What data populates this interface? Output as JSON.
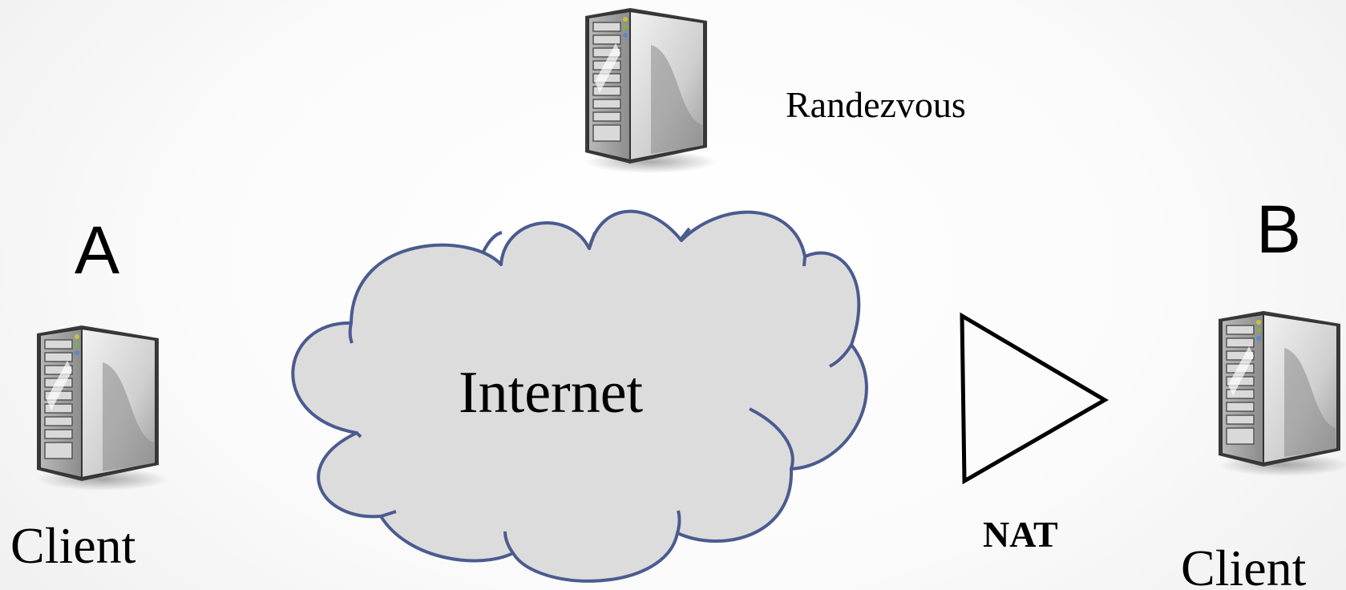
{
  "diagram": {
    "cloud_label": "Internet",
    "rendezvous_label": "Randezvous",
    "client_a": {
      "letter": "A",
      "label": "Client"
    },
    "client_b": {
      "letter": "B",
      "label": "Client"
    },
    "nat_label": "NAT"
  },
  "colors": {
    "cloud_fill": "#dcdcdc",
    "cloud_stroke": "#4b5b8f",
    "nat_stroke": "#000000",
    "server_body": "#9a9a9a"
  },
  "icons": {
    "server": "server-tower-icon",
    "nat": "triangle-icon"
  }
}
